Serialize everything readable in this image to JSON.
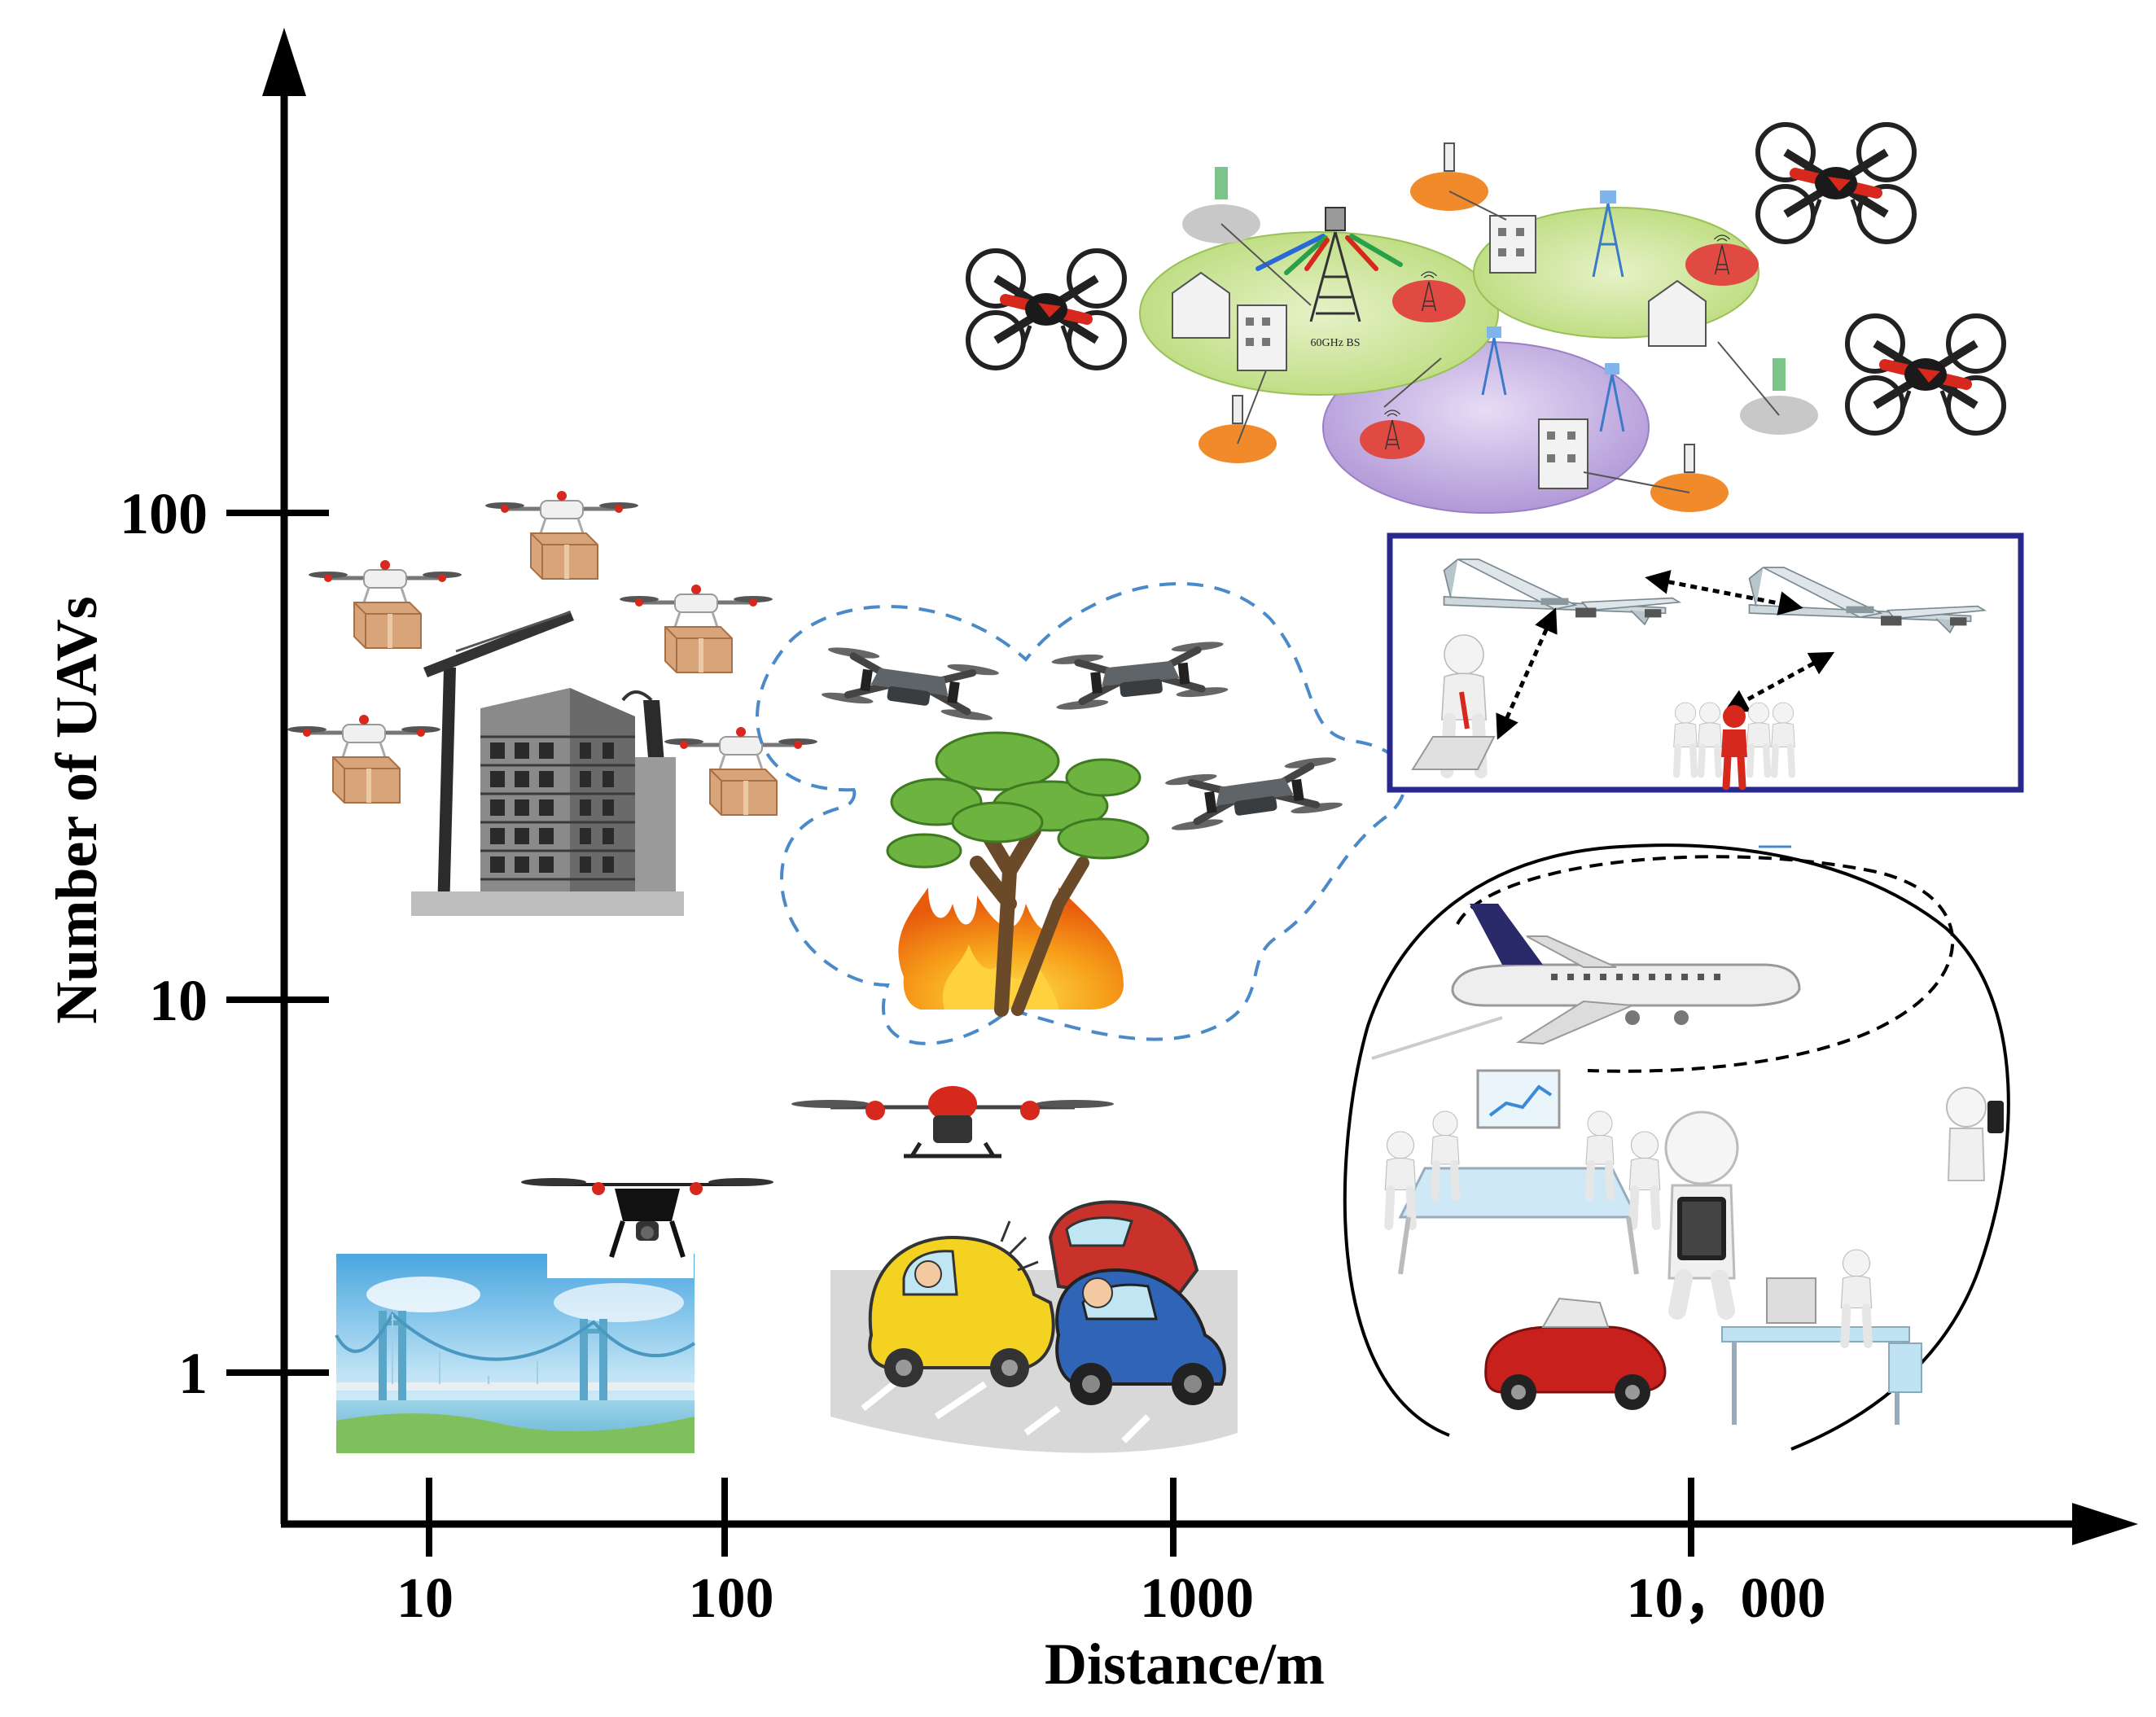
{
  "axes": {
    "xlabel": "Distance/m",
    "ylabel": "Number of UAVs",
    "x_ticks": [
      "10",
      "100",
      "1000",
      "10，000"
    ],
    "y_ticks": [
      "100",
      "10",
      "1"
    ]
  },
  "base_station_label": "60GHz BS",
  "icons": [
    "bridge-illustration",
    "construction-building-illustration",
    "delivery-drone-icon",
    "forest-fire-illustration",
    "mavic-drone-icon",
    "car-accident-illustration",
    "agricultural-drone-icon",
    "camera-drone-icon",
    "quadcopter-drone-icon",
    "cellular-network-illustration",
    "fixed-wing-uav-icon",
    "airplane-icon",
    "meeting-room-illustration",
    "person-tablet-icon",
    "person-phone-icon",
    "person-laptop-icon",
    "red-car-icon",
    "operator-icon",
    "team-icon"
  ],
  "colors": {
    "axis": "#000000",
    "cloud_dash": "#4a8ac8",
    "link_box": "#28288c",
    "fire": "#f07a10",
    "tree": "#6db33f",
    "network_green": "#c6e08a",
    "network_purple": "#b49ad8",
    "drone_red": "#d6281c"
  }
}
